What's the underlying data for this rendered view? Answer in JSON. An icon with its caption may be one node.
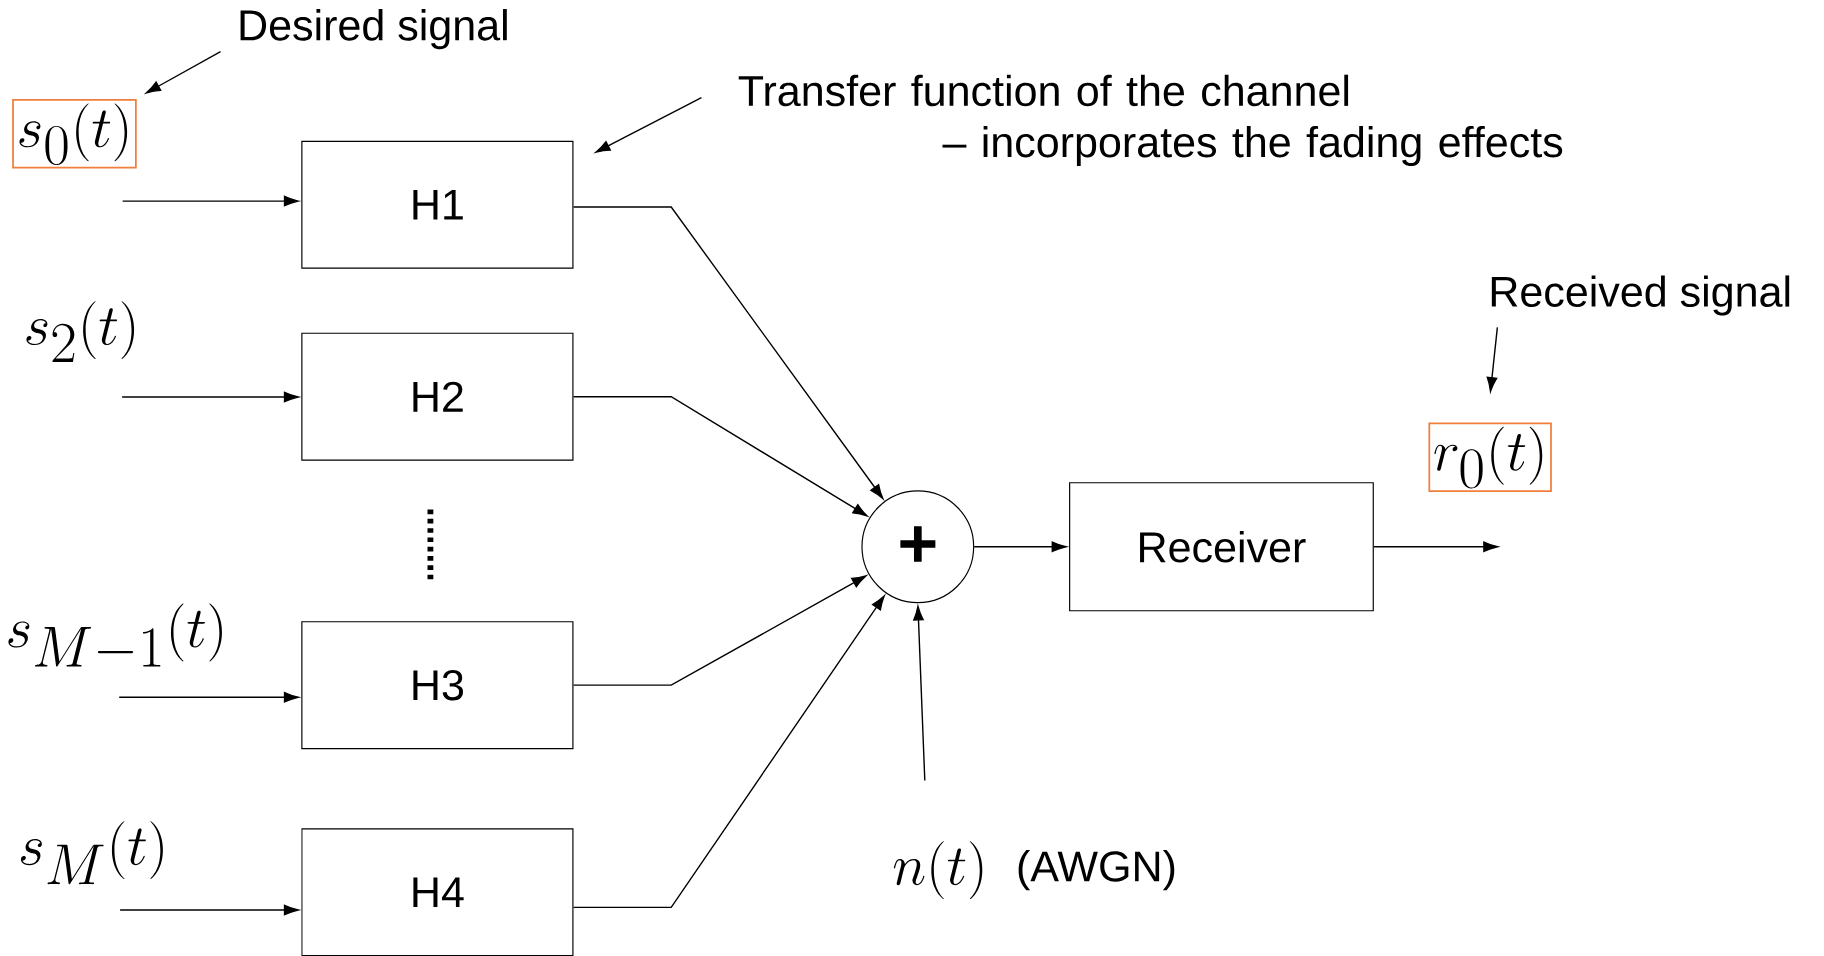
{
  "diagram": {
    "nodes": [
      {
        "text": [
          "Desired signal"
        ]
      },
      {
        "text": [
          "s_0(t)"
        ]
      },
      {
        "text": [
          "Transfer function of the channel – incorporates the fading effects"
        ]
      },
      {
        "text": [
          "H1"
        ]
      },
      {
        "text": [
          "s_2(t)"
        ]
      },
      {
        "text": [
          "H2"
        ]
      },
      {
        "text": [
          "s_{M-1}(t)"
        ]
      },
      {
        "text": [
          "H3"
        ]
      },
      {
        "text": [
          "s_M(t)"
        ]
      },
      {
        "text": [
          "H4"
        ]
      },
      {
        "text": [
          "+"
        ]
      },
      {
        "text": [
          "Receiver"
        ]
      },
      {
        "text": [
          "Received signal"
        ]
      },
      {
        "text": [
          "r_0(t)"
        ]
      },
      {
        "text": [
          "n(t)"
        ],
        "beside": [
          "(AWGN)"
        ]
      }
    ],
    "edges": [
      {
        "from": 0,
        "to": 1,
        "arrow": "to"
      },
      {
        "from": 2,
        "to": 3,
        "arrow": "to"
      },
      {
        "from": 1,
        "to": 3,
        "arrow": "to"
      },
      {
        "from": 4,
        "to": 5,
        "arrow": "to"
      },
      {
        "from": 6,
        "to": 7,
        "arrow": "to"
      },
      {
        "from": 8,
        "to": 9,
        "arrow": "to"
      },
      {
        "from": 3,
        "to": 10,
        "arrow": "to"
      },
      {
        "from": 5,
        "to": 10,
        "arrow": "to"
      },
      {
        "from": 7,
        "to": 10,
        "arrow": "to"
      },
      {
        "from": 9,
        "to": 10,
        "arrow": "to"
      },
      {
        "from": 14,
        "to": 10,
        "arrow": "to"
      },
      {
        "from": 10,
        "to": 11,
        "arrow": "to"
      },
      {
        "from": 11,
        "to": null,
        "arrow": "to"
      },
      {
        "from": 12,
        "to": 13,
        "arrow": "to"
      }
    ]
  }
}
